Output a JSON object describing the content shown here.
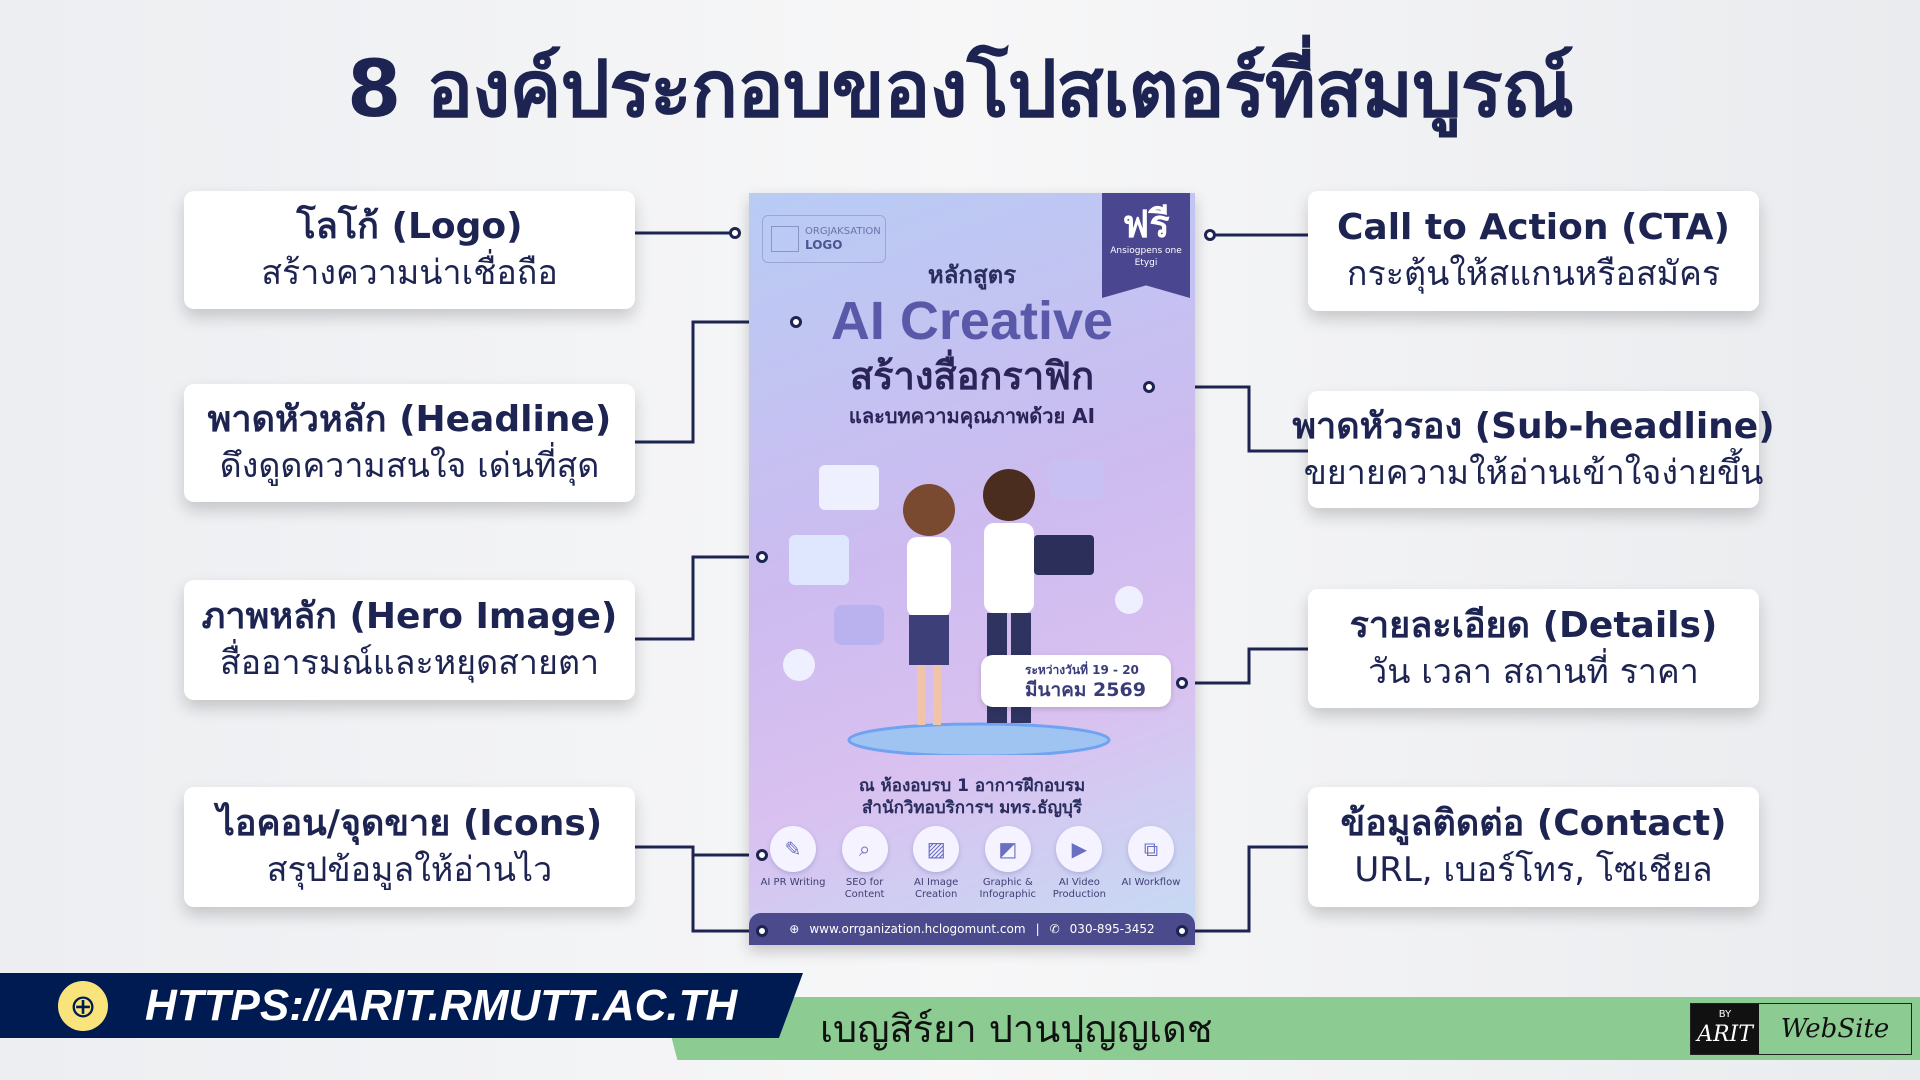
{
  "title": "8 องค์ประกอบของโปสเตอร์ที่สมบูรณ์",
  "left_cards": [
    {
      "heading": "โลโก้ (Logo)",
      "sub": "สร้างความน่าเชื่อถือ"
    },
    {
      "heading": "พาดหัวหลัก (Headline)",
      "sub": "ดึงดูดความสนใจ เด่นที่สุด"
    },
    {
      "heading": "ภาพหลัก (Hero Image)",
      "sub": "สื่ออารมณ์และหยุดสายตา"
    },
    {
      "heading": "ไอคอน/จุดขาย (Icons)",
      "sub": "สรุปข้อมูลให้อ่านไว"
    }
  ],
  "right_cards": [
    {
      "heading": "Call to Action (CTA)",
      "sub": "กระตุ้นให้สแกนหรือสมัคร"
    },
    {
      "heading": "พาดหัวรอง (Sub-headline)",
      "sub": "ขยายความให้อ่านเข้าใจง่ายขึ้น"
    },
    {
      "heading": "รายละเอียด (Details)",
      "sub": "วัน เวลา สถานที่ ราคา"
    },
    {
      "heading": "ข้อมูลติดต่อ (Contact)",
      "sub": "URL, เบอร์โทร, โซเชียล"
    }
  ],
  "poster": {
    "logo_top": "ORGJAKSATION",
    "logo_bottom": "LOGO",
    "ribbon": "ฟรี",
    "ribbon_sub": "Ansiogpens one Etygi",
    "kicker": "หลักสูตร",
    "headline": "AI Creative",
    "headline2": "สร้างสื่อกราฟิก",
    "subheadline": "และบทความคุณภาพด้วย AI",
    "date_line1": "ระหว่างวันที่ 19 - 20",
    "date_line2": "มีนาคม 2569",
    "venue1": "ณ ห้องอบรบ 1 อาการฝึกอบรม",
    "venue2": "สำนักวิทอบริการฯ มทร.ธัญบุรี",
    "icons": [
      {
        "label": "AI PR Writing",
        "icon": "document-pen-icon"
      },
      {
        "label": "SEO for Content",
        "icon": "magnifier-icon"
      },
      {
        "label": "AI Image Creation",
        "icon": "image-icon"
      },
      {
        "label": "Graphic & Infographic",
        "icon": "chart-icon"
      },
      {
        "label": "AI Video Production",
        "icon": "video-icon"
      },
      {
        "label": "AI Workflow",
        "icon": "workflow-icon"
      }
    ],
    "website": "www.orrganization.hclogomunt.com",
    "phone": "030-895-3452"
  },
  "footer": {
    "url": "HTTPS://ARIT.RMUTT.AC.TH",
    "author": "เบญสิร์ยา  ปานปุญญเดช",
    "brand_by": "BY",
    "brand_arit": "ARIT",
    "brand_website": "WebSite"
  },
  "colors": {
    "navy": "#001a52",
    "green": "#8ccb92",
    "title": "#1d2451",
    "poster_purple": "#4a4a8c"
  }
}
